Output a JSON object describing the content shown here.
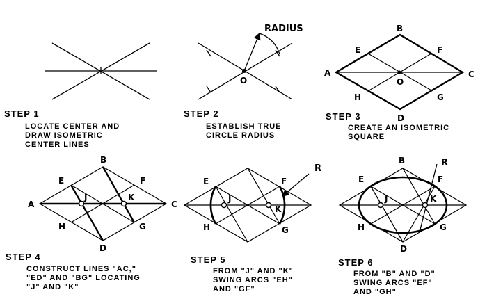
{
  "labels": {
    "radius": "RADIUS",
    "a": "A",
    "b": "B",
    "c": "C",
    "d": "D",
    "e": "E",
    "f": "F",
    "g": "G",
    "h": "H",
    "o": "O",
    "j": "J",
    "k": "K",
    "r": "R"
  },
  "steps": [
    {
      "title": "STEP 1",
      "lines": [
        "LOCATE CENTER AND",
        "DRAW ISOMETRIC",
        "CENTER LINES"
      ]
    },
    {
      "title": "STEP 2",
      "lines": [
        "ESTABLISH TRUE",
        "CIRCLE RADIUS"
      ]
    },
    {
      "title": "STEP 3",
      "lines": [
        "CREATE AN ISOMETRIC",
        "SQUARE"
      ]
    },
    {
      "title": "STEP 4",
      "lines": [
        "CONSTRUCT LINES \"AC,\"",
        "\"ED\" AND \"BG\" LOCATING",
        "\"J\" AND \"K\""
      ]
    },
    {
      "title": "STEP 5",
      "lines": [
        "FROM \"J\" AND \"K\"",
        "SWING ARCS \"EH\"",
        "AND \"GF\""
      ]
    },
    {
      "title": "STEP 6",
      "lines": [
        "FROM \"B\" AND \"D\"",
        "SWING ARCS \"EF\"",
        "AND \"GH\""
      ]
    }
  ]
}
